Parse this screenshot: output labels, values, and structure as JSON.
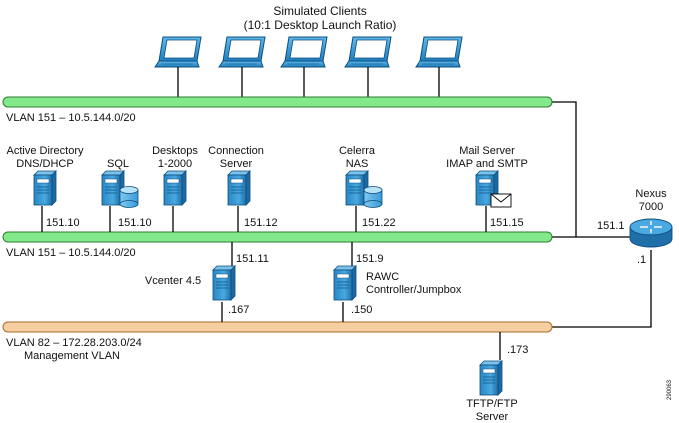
{
  "colors": {
    "vlan151": "#84e98a",
    "vlan151_edge": "#2e7d32",
    "vlan82": "#f5cfa0",
    "vlan82_edge": "#a86b2a",
    "laptop": "#2f9ad6",
    "server": "#2f8fcf",
    "router": "#2f8fcf",
    "line": "#000000"
  },
  "header": {
    "line1": "Simulated Clients",
    "line2": "(10:1 Desktop Launch Ratio)"
  },
  "vlans": {
    "top": "VLAN 151 – 10.5.144.0/20",
    "middle": "VLAN 151 – 10.5.144.0/20",
    "bottom": "VLAN 82 – 172.28.203.0/24",
    "bottom_sub": "Management VLAN"
  },
  "servers": {
    "ad": {
      "label1": "Active Directory",
      "label2": "DNS/DHCP",
      "ip": "151.10"
    },
    "sql": {
      "label1": "SQL",
      "ip": "151.10"
    },
    "desktops": {
      "label1": "Desktops",
      "label2": "1-2000"
    },
    "connection": {
      "label1": "Connection",
      "label2": "Server",
      "ip": "151.12"
    },
    "celerra": {
      "label1": "Celerra",
      "label2": "NAS",
      "ip": "151.22"
    },
    "mail": {
      "label1": "Mail Server",
      "label2": "IMAP and SMTP",
      "ip": "151.15"
    },
    "vcenter": {
      "label1": "Vcenter 4.5",
      "ip_top": "151.11",
      "ip_bottom": ".167"
    },
    "rawc": {
      "label1": "RAWC",
      "label2": "Controller/Jumpbox",
      "ip_top": "151.9",
      "ip_bottom": ".150"
    },
    "tftp": {
      "label1": "TFTP/FTP",
      "label2": "Server",
      "ip": ".173"
    }
  },
  "router": {
    "label1": "Nexus",
    "label2": "7000",
    "ip_left": "151.1",
    "ip_bottom": ".1"
  },
  "figure_id": "290063"
}
